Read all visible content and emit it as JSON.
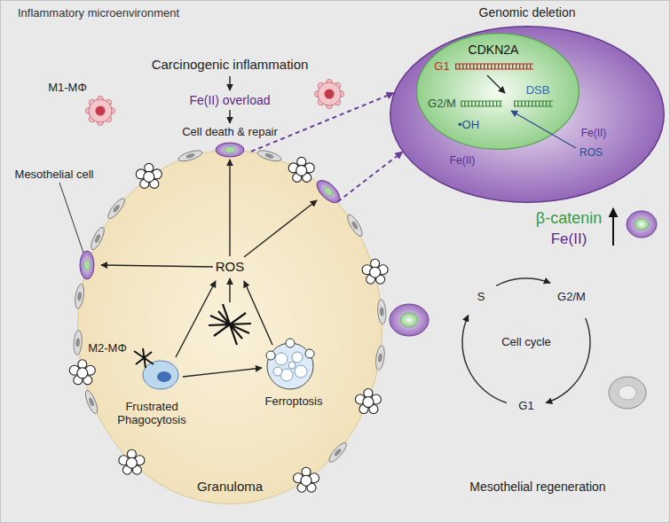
{
  "diagram": {
    "nodes": [
      {
        "text": [
          "ROS",
          "Granuloma"
        ]
      },
      {
        "text": [
          "Genomic deletion"
        ]
      },
      {
        "text": [
          "CDKN2A",
          "G1",
          "G2/M",
          "DSB",
          "•OH"
        ],
        "in": 1
      }
    ],
    "edges": [
      {
        "from": 0,
        "to": 1,
        "arrow": "to"
      },
      {
        "from": 0,
        "to": 1,
        "arrow": "to"
      }
    ],
    "labels": [
      "Inflammatory microenvironment",
      "Carcinogenic inflammation",
      "M1-MΦ",
      "Fe(II) overload",
      "Cell death & repair",
      "Mesothelial cell",
      "M2-MΦ",
      "Frustrated Phagocytosis",
      "Ferroptosis",
      "Fe(II)",
      "Fe(II)",
      "ROS",
      "β-catenin",
      "Fe(II)",
      "S",
      "G2/M",
      "Cell cycle",
      "G1",
      "Mesothelial regeneration"
    ]
  }
}
